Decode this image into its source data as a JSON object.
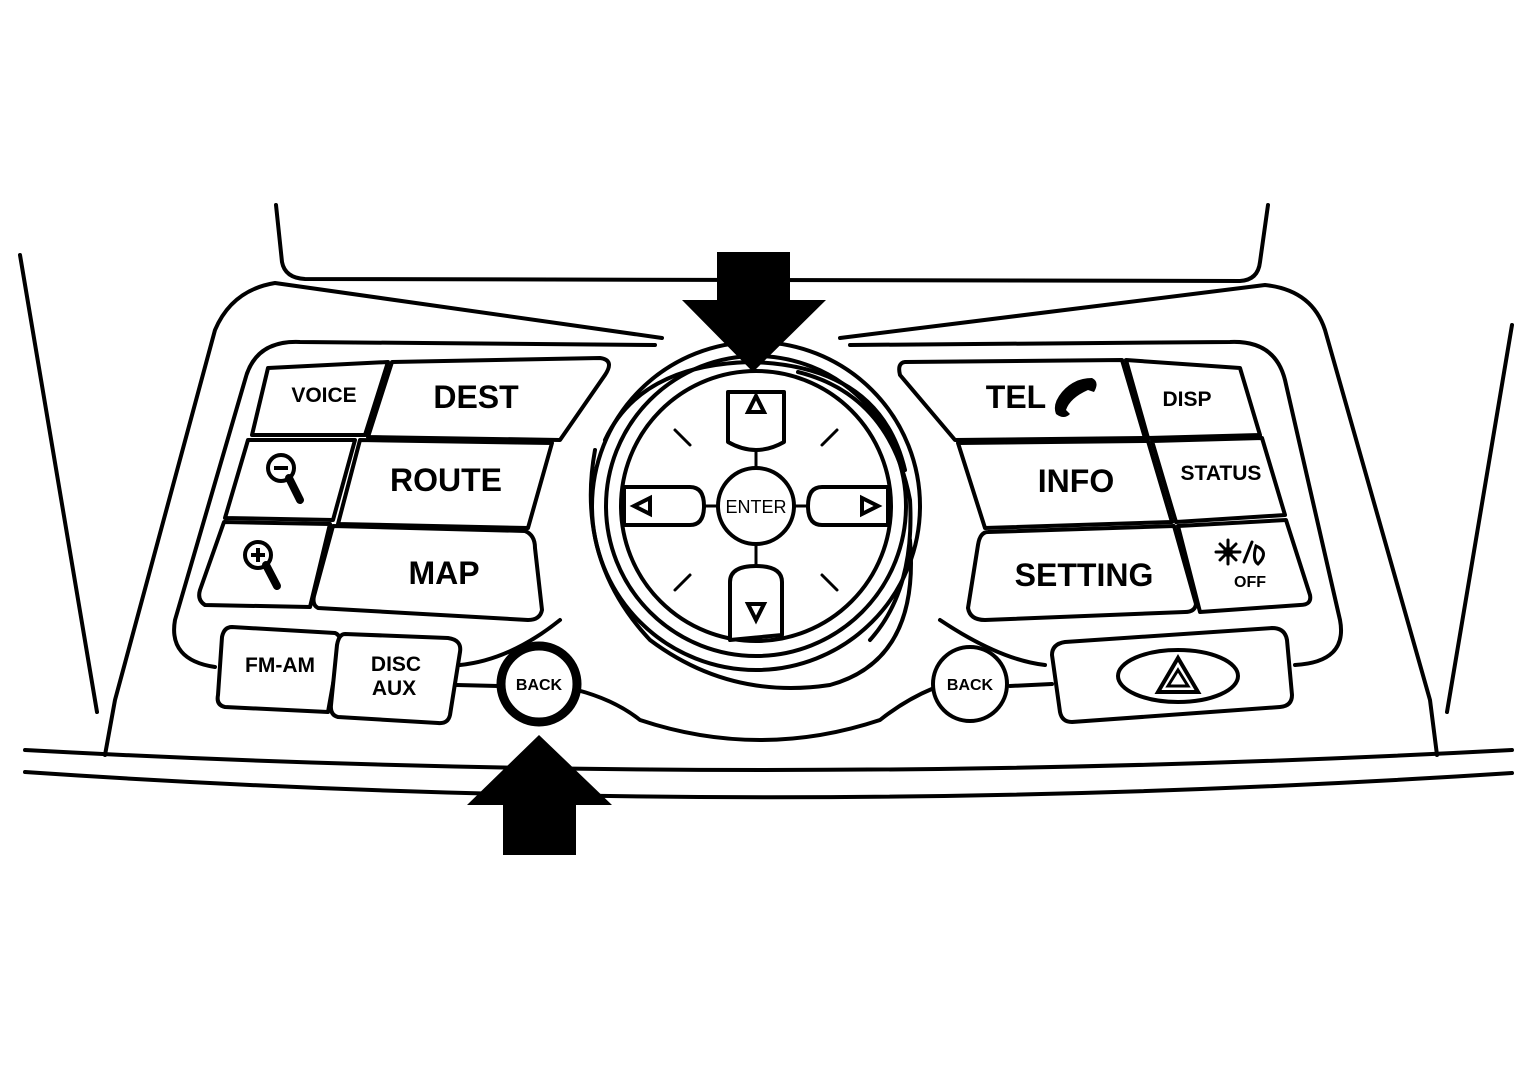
{
  "left_panel": {
    "voice": "VOICE",
    "dest": "DEST",
    "route": "ROUTE",
    "map": "MAP",
    "fm_am": "FM-AM",
    "disc_line1": "DISC",
    "disc_line2": "AUX",
    "back": "BACK"
  },
  "dial": {
    "enter": "ENTER"
  },
  "right_panel": {
    "tel": "TEL",
    "disp": "DISP",
    "info": "INFO",
    "status": "STATUS",
    "setting": "SETTING",
    "daynight_off": "OFF",
    "back": "BACK"
  },
  "icons": {
    "zoom_out": "zoom-out-icon",
    "zoom_in": "zoom-in-icon",
    "phone": "phone-icon",
    "day_night": "day-night-icon",
    "hazard": "hazard-triangle-icon",
    "up": "up-triangle-icon",
    "down": "down-triangle-icon",
    "left": "left-triangle-icon",
    "right": "right-triangle-icon"
  },
  "highlights": {
    "top_arrow_points_to": "up",
    "bottom_arrow_points_to": "back"
  }
}
